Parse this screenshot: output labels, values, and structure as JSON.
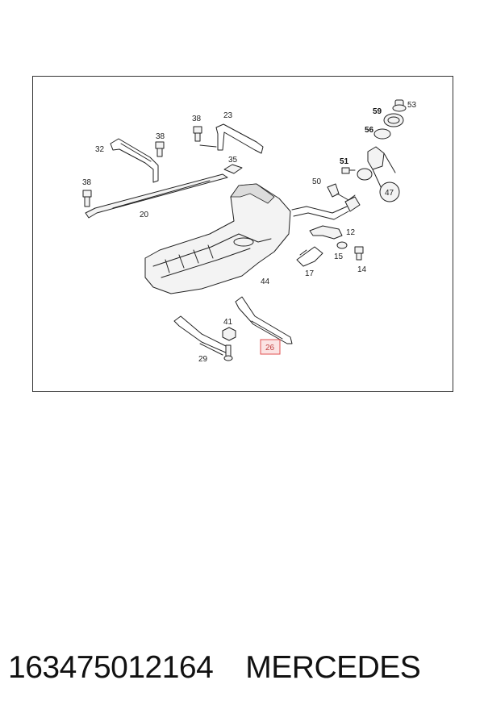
{
  "footer": {
    "part_number": "163475012164",
    "brand": "MERCEDES"
  },
  "labels": {
    "l53": "53",
    "l59": "59",
    "l56": "56",
    "l51": "51",
    "l50": "50",
    "l47": "47",
    "l23": "23",
    "l38a": "38",
    "l38b": "38",
    "l38c": "38",
    "l32": "32",
    "l35": "35",
    "l20": "20",
    "l12": "12",
    "l15": "15",
    "l14": "14",
    "l17": "17",
    "l44": "44",
    "l41": "41",
    "l29": "29",
    "l26": "26"
  },
  "highlight_color": "#e05050"
}
